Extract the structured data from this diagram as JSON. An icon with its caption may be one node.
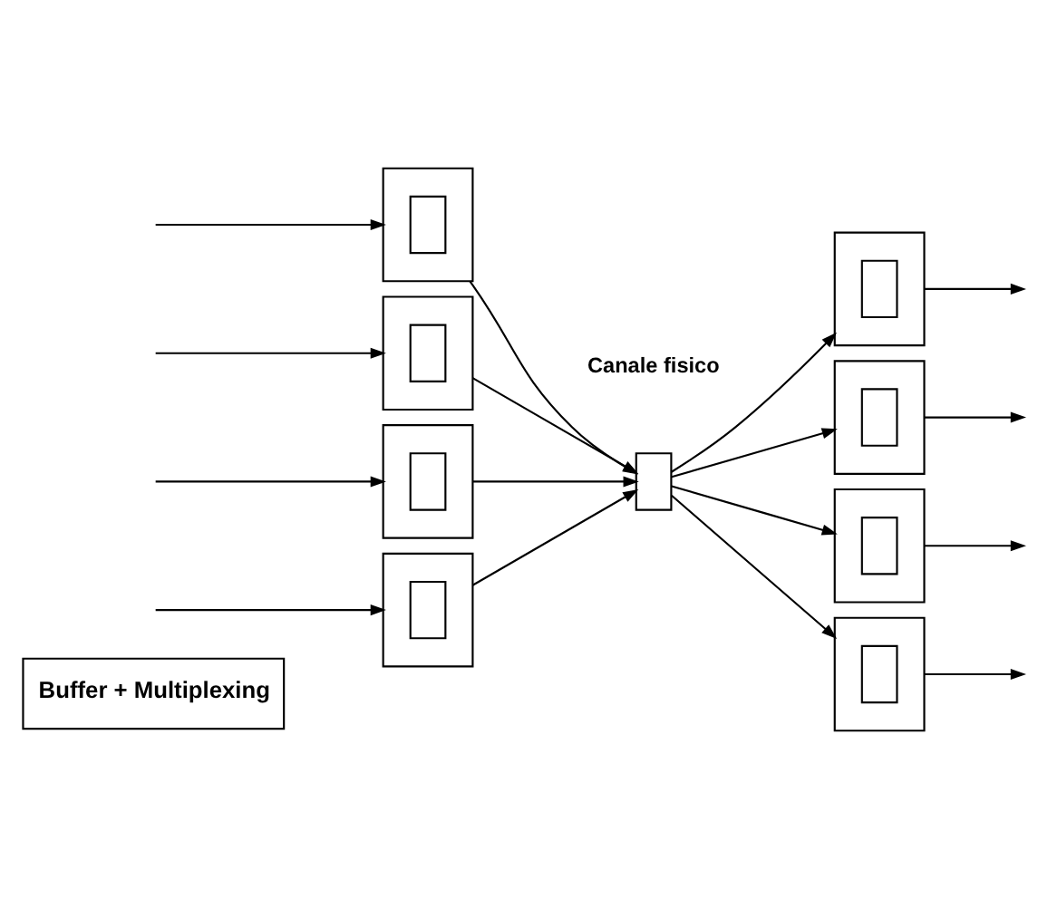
{
  "diagram": {
    "nodes": [
      {
        "text": [
          "Buffer + Multiplexing"
        ]
      },
      {
        "text": [],
        "shape": "box"
      },
      {
        "text": [],
        "shape": "box",
        "in": 1
      },
      {
        "text": [],
        "shape": "box"
      },
      {
        "text": [],
        "shape": "box",
        "in": 3
      },
      {
        "text": [],
        "shape": "box"
      },
      {
        "text": [],
        "shape": "box",
        "in": 5
      },
      {
        "text": [],
        "shape": "box"
      },
      {
        "text": [],
        "shape": "box",
        "in": 7
      },
      {
        "text": [],
        "shape": "box"
      },
      {
        "text": [],
        "shape": "box"
      },
      {
        "text": [],
        "shape": "box",
        "in": 10
      },
      {
        "text": [],
        "shape": "box"
      },
      {
        "text": [],
        "shape": "box",
        "in": 12
      },
      {
        "text": [],
        "shape": "box"
      },
      {
        "text": [],
        "shape": "box",
        "in": 14
      },
      {
        "text": [],
        "shape": "box"
      },
      {
        "text": [],
        "shape": "box",
        "in": 16
      }
    ],
    "edges": [
      {
        "from": null,
        "to": 1,
        "arrow": "to"
      },
      {
        "from": null,
        "to": 3,
        "arrow": "to"
      },
      {
        "from": null,
        "to": 5,
        "arrow": "to"
      },
      {
        "from": null,
        "to": 7,
        "arrow": "to"
      },
      {
        "from": 1,
        "to": 9,
        "arrow": "to"
      },
      {
        "from": 3,
        "to": 9,
        "arrow": "to"
      },
      {
        "from": 5,
        "to": 9,
        "arrow": "to"
      },
      {
        "from": 7,
        "to": 9,
        "arrow": "to"
      },
      {
        "from": 9,
        "to": 10,
        "arrow": "to"
      },
      {
        "from": 9,
        "to": 12,
        "arrow": "to"
      },
      {
        "from": 9,
        "to": 14,
        "arrow": "to"
      },
      {
        "from": 9,
        "to": 16,
        "arrow": "to"
      },
      {
        "from": 10,
        "to": null,
        "arrow": "to"
      },
      {
        "from": 12,
        "to": null,
        "arrow": "to"
      },
      {
        "from": 14,
        "to": null,
        "arrow": "to"
      },
      {
        "from": 16,
        "to": null,
        "arrow": "to"
      }
    ],
    "labels": [
      "Canale fisico"
    ]
  }
}
